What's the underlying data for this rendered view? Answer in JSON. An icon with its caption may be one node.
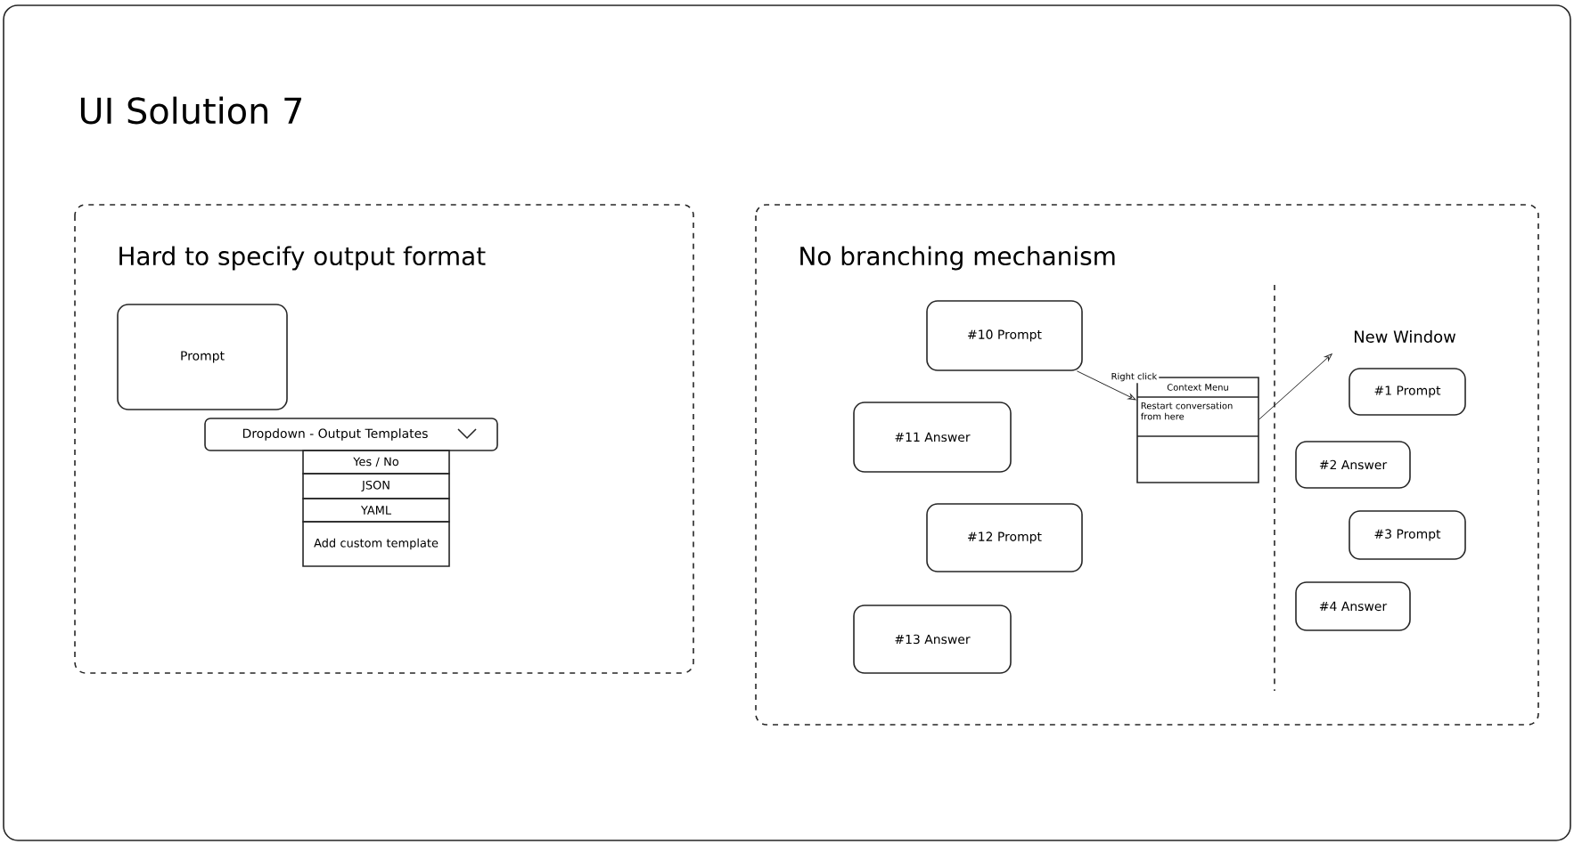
{
  "diagram": {
    "title": "UI Solution 7",
    "nodes": [
      {
        "text": [
          "Hard to specify output format"
        ]
      },
      {
        "text": [
          "Prompt"
        ],
        "in": 0
      },
      {
        "text": [
          "Dropdown - Output Templates"
        ],
        "in": 0
      },
      {
        "text": [
          "Yes / No"
        ],
        "in": 0
      },
      {
        "text": [
          "JSON"
        ],
        "in": 0
      },
      {
        "text": [
          "YAML"
        ],
        "in": 0
      },
      {
        "text": [
          "Add custom template"
        ],
        "in": 0
      },
      {
        "text": [
          "No branching mechanism"
        ]
      },
      {
        "text": [
          "#10 Prompt"
        ],
        "in": 7
      },
      {
        "text": [
          "#11 Answer"
        ],
        "in": 7
      },
      {
        "text": [
          "#12 Prompt"
        ],
        "in": 7
      },
      {
        "text": [
          "#13 Answer"
        ],
        "in": 7
      },
      {
        "text": [
          "Context Menu",
          "Restart conversation from here"
        ],
        "in": 7
      },
      {
        "text": [
          "New Window"
        ],
        "in": 7
      },
      {
        "text": [
          "#1 Prompt"
        ],
        "in": 7
      },
      {
        "text": [
          "#2 Answer"
        ],
        "in": 7
      },
      {
        "text": [
          "#3 Prompt"
        ],
        "in": 7
      },
      {
        "text": [
          "#4 Answer"
        ],
        "in": 7
      }
    ],
    "edges": [
      {
        "from": 8,
        "to": 12,
        "arrow": "to",
        "label": "Right click"
      },
      {
        "from": 12,
        "to": 13,
        "arrow": "to"
      }
    ]
  }
}
